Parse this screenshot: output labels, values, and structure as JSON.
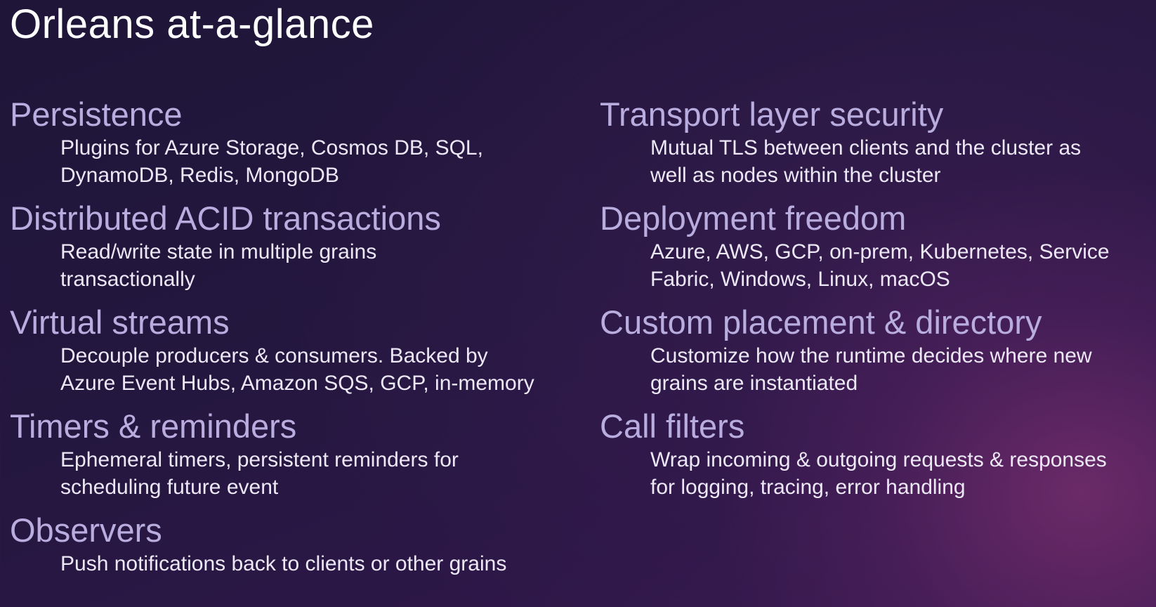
{
  "slide": {
    "title": "Orleans at-a-glance"
  },
  "left_column": [
    {
      "heading": "Persistence",
      "lines": [
        "Plugins for Azure Storage, Cosmos DB, SQL,",
        "DynamoDB, Redis, MongoDB"
      ]
    },
    {
      "heading": "Distributed ACID transactions",
      "lines": [
        "Read/write state in multiple grains",
        "transactionally"
      ]
    },
    {
      "heading": "Virtual streams",
      "lines": [
        "Decouple producers & consumers. Backed by",
        "Azure Event Hubs, Amazon SQS, GCP, in-memory"
      ]
    },
    {
      "heading": "Timers & reminders",
      "lines": [
        "Ephemeral timers, persistent reminders for",
        "scheduling future event"
      ]
    },
    {
      "heading": "Observers",
      "lines": [
        "Push notifications back to clients or other grains"
      ]
    }
  ],
  "right_column": [
    {
      "heading": "Transport layer security",
      "lines": [
        "Mutual TLS between clients and the cluster as",
        "well as nodes within the cluster"
      ]
    },
    {
      "heading": "Deployment freedom",
      "lines": [
        "Azure, AWS, GCP, on-prem, Kubernetes, Service",
        "Fabric, Windows, Linux, macOS"
      ]
    },
    {
      "heading": "Custom placement & directory",
      "lines": [
        "Customize how the runtime decides where new",
        "grains are instantiated"
      ]
    },
    {
      "heading": "Call filters",
      "lines": [
        "Wrap incoming & outgoing requests & responses",
        "for logging, tracing, error handling"
      ]
    }
  ],
  "colors": {
    "heading": "#b9addf",
    "body_text": "#ece8f6",
    "title": "#ffffff",
    "background": "#241740",
    "accent_glow": "#96377d"
  }
}
